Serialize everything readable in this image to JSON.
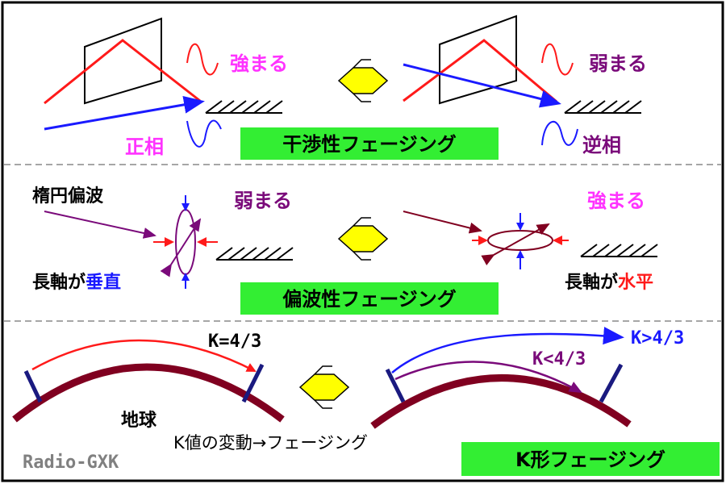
{
  "colors": {
    "red": "#ff1a1a",
    "blue": "#1a1aff",
    "magenta": "#ff33ff",
    "purple": "#7a0a7a",
    "maroon": "#800020",
    "green": "#33ee33",
    "yellow": "#ffff00",
    "gray": "#808080"
  },
  "panel1": {
    "strengthen": "強まる",
    "weaken": "弱まる",
    "in_phase": "正相",
    "anti_phase": "逆相",
    "title": "干渉性フェージング"
  },
  "panel2": {
    "elliptical": "楕円偏波",
    "weaken": "弱まる",
    "strengthen": "強まる",
    "major_axis_is": "長軸が",
    "vertical": "垂直",
    "major_axis_is_2": "長軸が",
    "horizontal": "水平",
    "title": "偏波性フェージング"
  },
  "panel3": {
    "k_eq": "K=4/3",
    "k_gt": "K>4/3",
    "k_lt": "K<4/3",
    "earth": "地球",
    "k_change": "K値の変動→フェージング",
    "watermark": "Radio-GXK",
    "title": "K形フェージング"
  }
}
